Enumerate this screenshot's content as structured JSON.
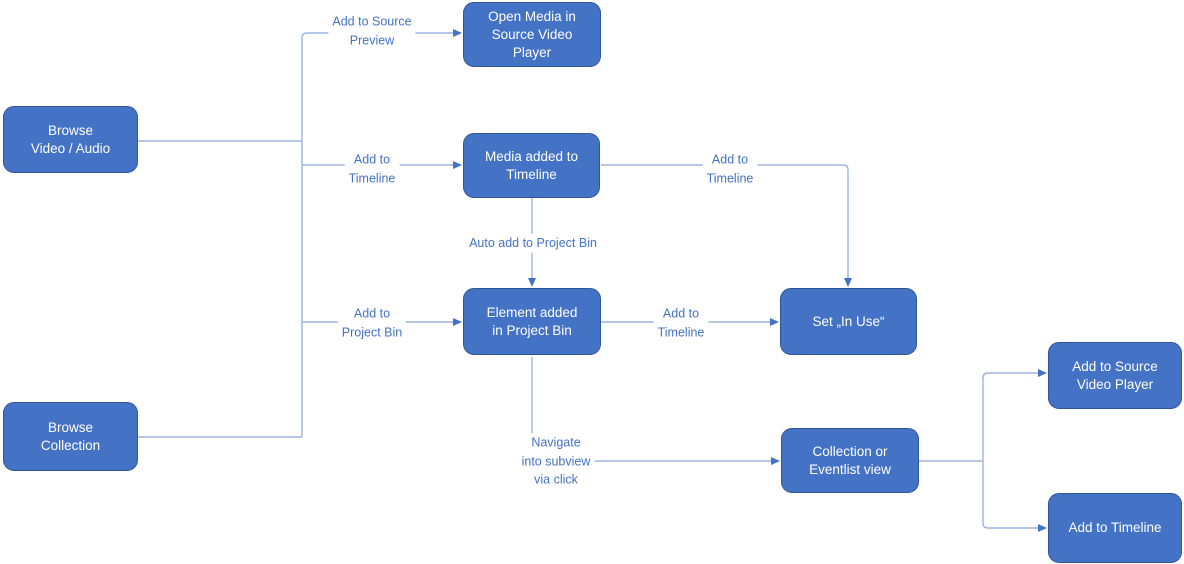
{
  "diagram": {
    "title": "Media browse workflow flowchart",
    "colors": {
      "background": "#ffffff",
      "node_fill": "#4472c4",
      "node_border": "#2f5597",
      "node_text": "#ffffff",
      "connector": "#9db3de",
      "arrowhead": "#4472c4",
      "edge_label_text": "#4472c4"
    },
    "nodes": [
      {
        "id": "browse-video-audio",
        "lines": [
          "Browse",
          "Video / Audio"
        ]
      },
      {
        "id": "browse-collection",
        "lines": [
          "Browse",
          "Collection"
        ]
      },
      {
        "id": "open-media-in-source-video-player",
        "lines": [
          "Open Media in",
          "Source Video",
          "Player"
        ]
      },
      {
        "id": "media-added-to-timeline",
        "lines": [
          "Media added to",
          "Timeline"
        ]
      },
      {
        "id": "element-added-in-project-bin",
        "lines": [
          "Element added",
          "in Project Bin"
        ]
      },
      {
        "id": "set-in-use",
        "lines": [
          "Set „In Use“"
        ]
      },
      {
        "id": "collection-or-eventlist-view",
        "lines": [
          "Collection or",
          "Eventlist view"
        ]
      },
      {
        "id": "add-to-source-video-player",
        "lines": [
          "Add to Source",
          "Video Player"
        ]
      },
      {
        "id": "add-to-timeline-node",
        "lines": [
          "Add to Timeline"
        ]
      }
    ],
    "edge_labels": [
      {
        "id": "add-to-source-preview",
        "lines": [
          "Add to Source",
          "Preview"
        ]
      },
      {
        "id": "add-to-timeline-upper",
        "lines": [
          "Add to",
          "Timeline"
        ]
      },
      {
        "id": "add-to-project-bin",
        "lines": [
          "Add to",
          "Project Bin"
        ]
      },
      {
        "id": "auto-add-to-project-bin",
        "lines": [
          "Auto add to Project Bin"
        ]
      },
      {
        "id": "add-to-timeline-right",
        "lines": [
          "Add to",
          "Timeline"
        ]
      },
      {
        "id": "add-to-timeline-mid",
        "lines": [
          "Add to",
          "Timeline"
        ]
      },
      {
        "id": "navigate-into-subview",
        "lines": [
          "Navigate",
          "into subview",
          "via click"
        ]
      }
    ]
  }
}
